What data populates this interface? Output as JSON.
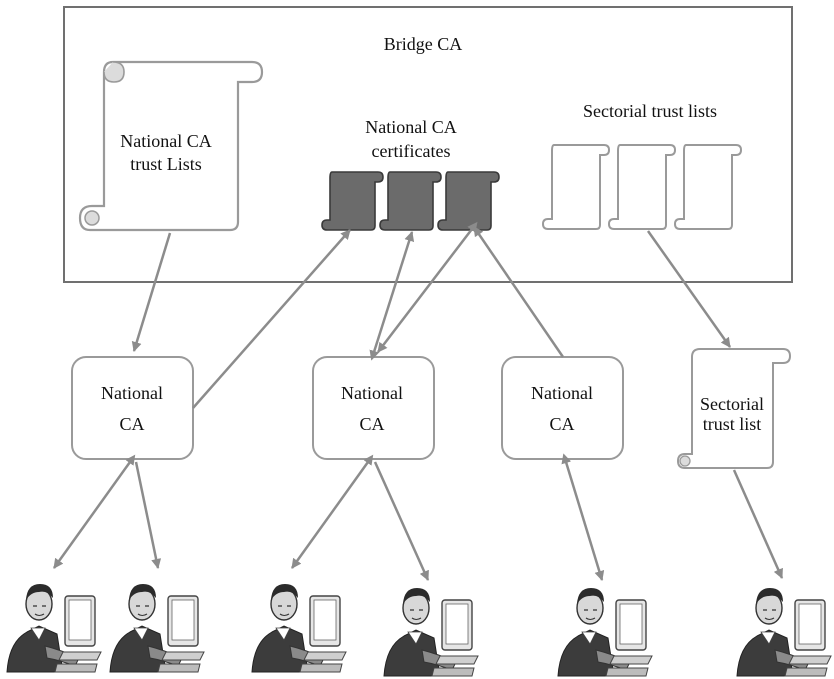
{
  "bridge": {
    "title": "Bridge CA"
  },
  "national_trust_list": {
    "line1": "National CA",
    "line2": "trust Lists"
  },
  "national_certificates": {
    "line1": "National CA",
    "line2": "certificates"
  },
  "sectorial_lists": {
    "title": "Sectorial trust lists"
  },
  "cas": [
    {
      "line1": "National",
      "line2": "CA"
    },
    {
      "line1": "National",
      "line2": "CA"
    },
    {
      "line1": "National",
      "line2": "CA"
    }
  ],
  "sectorial_list": {
    "line1": "Sectorial",
    "line2": "trust list"
  },
  "icons": {
    "scroll": "scroll-icon",
    "certificate": "certificate-scroll-icon",
    "user": "user-at-computer-icon"
  },
  "colors": {
    "frame": "#707070",
    "arrow": "#8c8c8c",
    "cert_fill": "#6b6b6b",
    "box_border": "#9a9a9a"
  }
}
